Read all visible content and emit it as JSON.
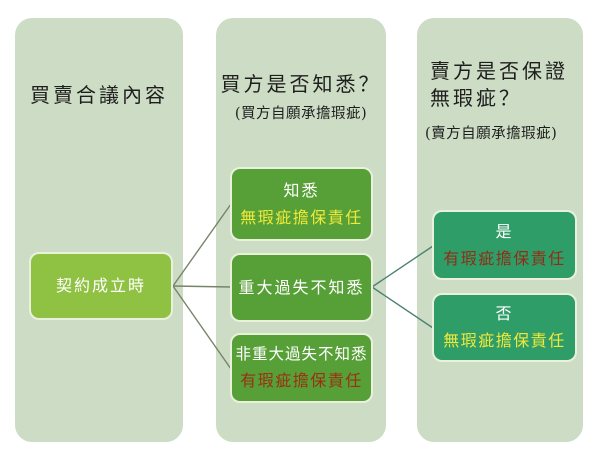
{
  "canvas": {
    "background": "#ffffff"
  },
  "palette": {
    "column_bg": "#cddcc4",
    "contract_box_bg": "#8fc242",
    "buyer_box_bg": "#57a037",
    "seller_box_bg": "#2f9d68",
    "box_border": "#e9f0dc",
    "label_white": "#ffffff",
    "highlight_yellow": "#f0e93a",
    "highlight_red_middle": "#9a2f12",
    "highlight_red_right": "#8f2e16",
    "title_color": "#1e1e1e",
    "connector_left": "#76856a",
    "connector_right": "#4d8173"
  },
  "columns": {
    "agreement": {
      "title": "買賣合議內容"
    },
    "buyer": {
      "title": "買方是否知悉？",
      "subtitle": "(買方自願承擔瑕疵)"
    },
    "seller": {
      "title_line1": "賣方是否保證",
      "title_line2": "無瑕疵？",
      "subtitle": "(賣方自願承擔瑕疵)"
    }
  },
  "nodes": {
    "contract": {
      "label": "契約成立時"
    },
    "aware": {
      "label": "知悉",
      "result": "無瑕疵擔保責任",
      "result_color": "#f0e93a"
    },
    "gross_negligence": {
      "label": "重大過失不知悉"
    },
    "non_gross_negligence": {
      "label": "非重大過失不知悉",
      "result": "有瑕疵擔保責任",
      "result_color": "#9a2f12"
    },
    "guarantee_yes": {
      "label": "是",
      "result": "有瑕疵擔保責任",
      "result_color": "#8f2e16"
    },
    "guarantee_no": {
      "label": "否",
      "result": "無瑕疵擔保責任",
      "result_color": "#f0e93a"
    }
  }
}
